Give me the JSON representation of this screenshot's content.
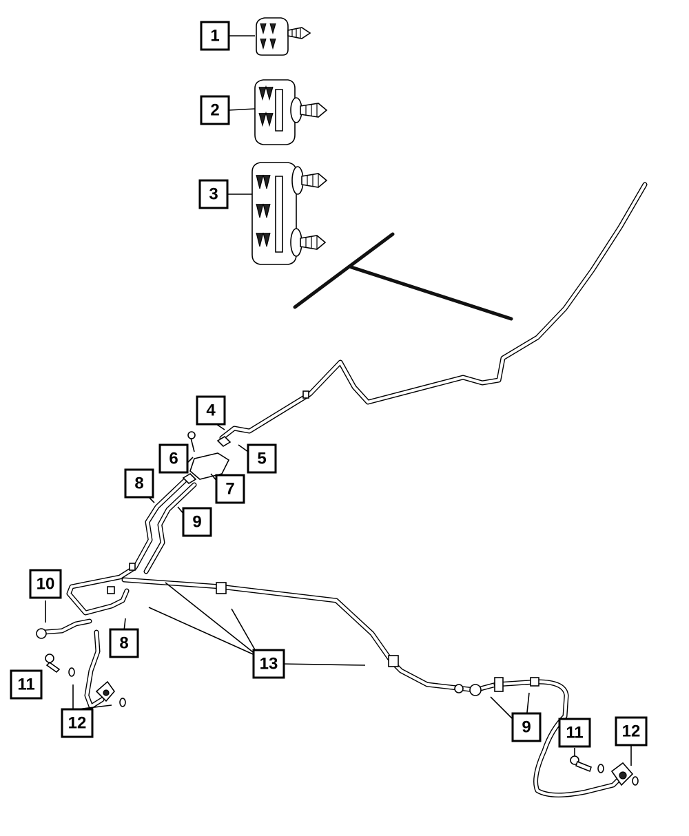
{
  "diagram": {
    "callouts": [
      {
        "id": "c1",
        "label": "1"
      },
      {
        "id": "c2",
        "label": "2"
      },
      {
        "id": "c3",
        "label": "3"
      },
      {
        "id": "c4",
        "label": "4"
      },
      {
        "id": "c5",
        "label": "5"
      },
      {
        "id": "c6",
        "label": "6"
      },
      {
        "id": "c7",
        "label": "7"
      },
      {
        "id": "c8a",
        "label": "8"
      },
      {
        "id": "c8b",
        "label": "8"
      },
      {
        "id": "c9a",
        "label": "9"
      },
      {
        "id": "c9b",
        "label": "9"
      },
      {
        "id": "c10",
        "label": "10"
      },
      {
        "id": "c11a",
        "label": "11"
      },
      {
        "id": "c11b",
        "label": "11"
      },
      {
        "id": "c12a",
        "label": "12"
      },
      {
        "id": "c12b",
        "label": "12"
      },
      {
        "id": "c13",
        "label": "13"
      }
    ]
  }
}
